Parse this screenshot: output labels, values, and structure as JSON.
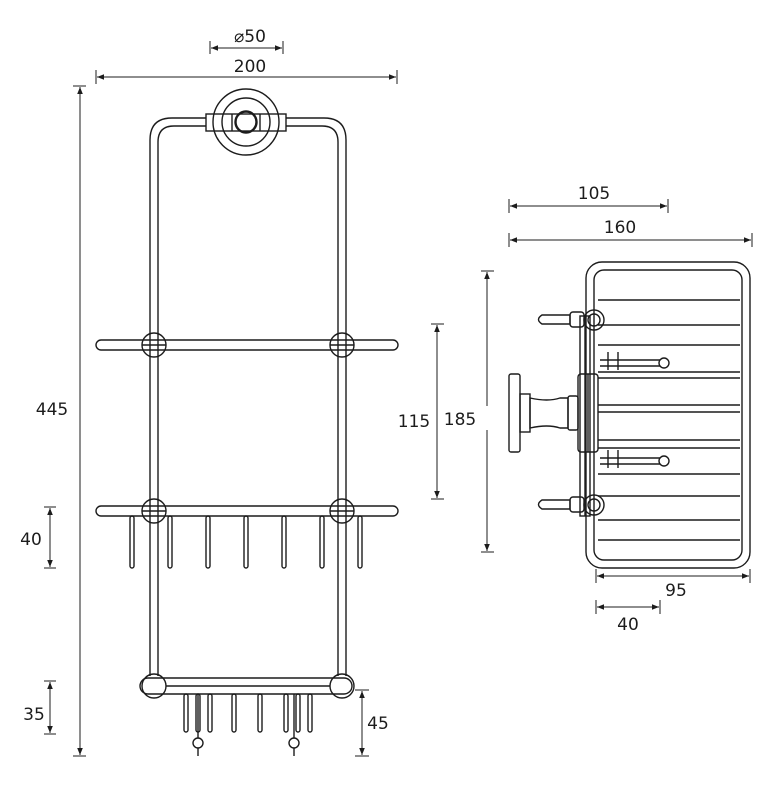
{
  "front_view": {
    "width_dim": "200",
    "mount_diameter_dim": "⌀50",
    "height_dim": "445",
    "basket_depth_dim": "40",
    "bottom_offset_dim": "35",
    "hook_drop_dim": "45"
  },
  "side_view": {
    "offset_dim": "105",
    "projection_dim": "160",
    "frame_height_dim": "185",
    "spacing_dim": "115",
    "basket_depth_dim": "95",
    "inner_depth_dim": "40"
  }
}
